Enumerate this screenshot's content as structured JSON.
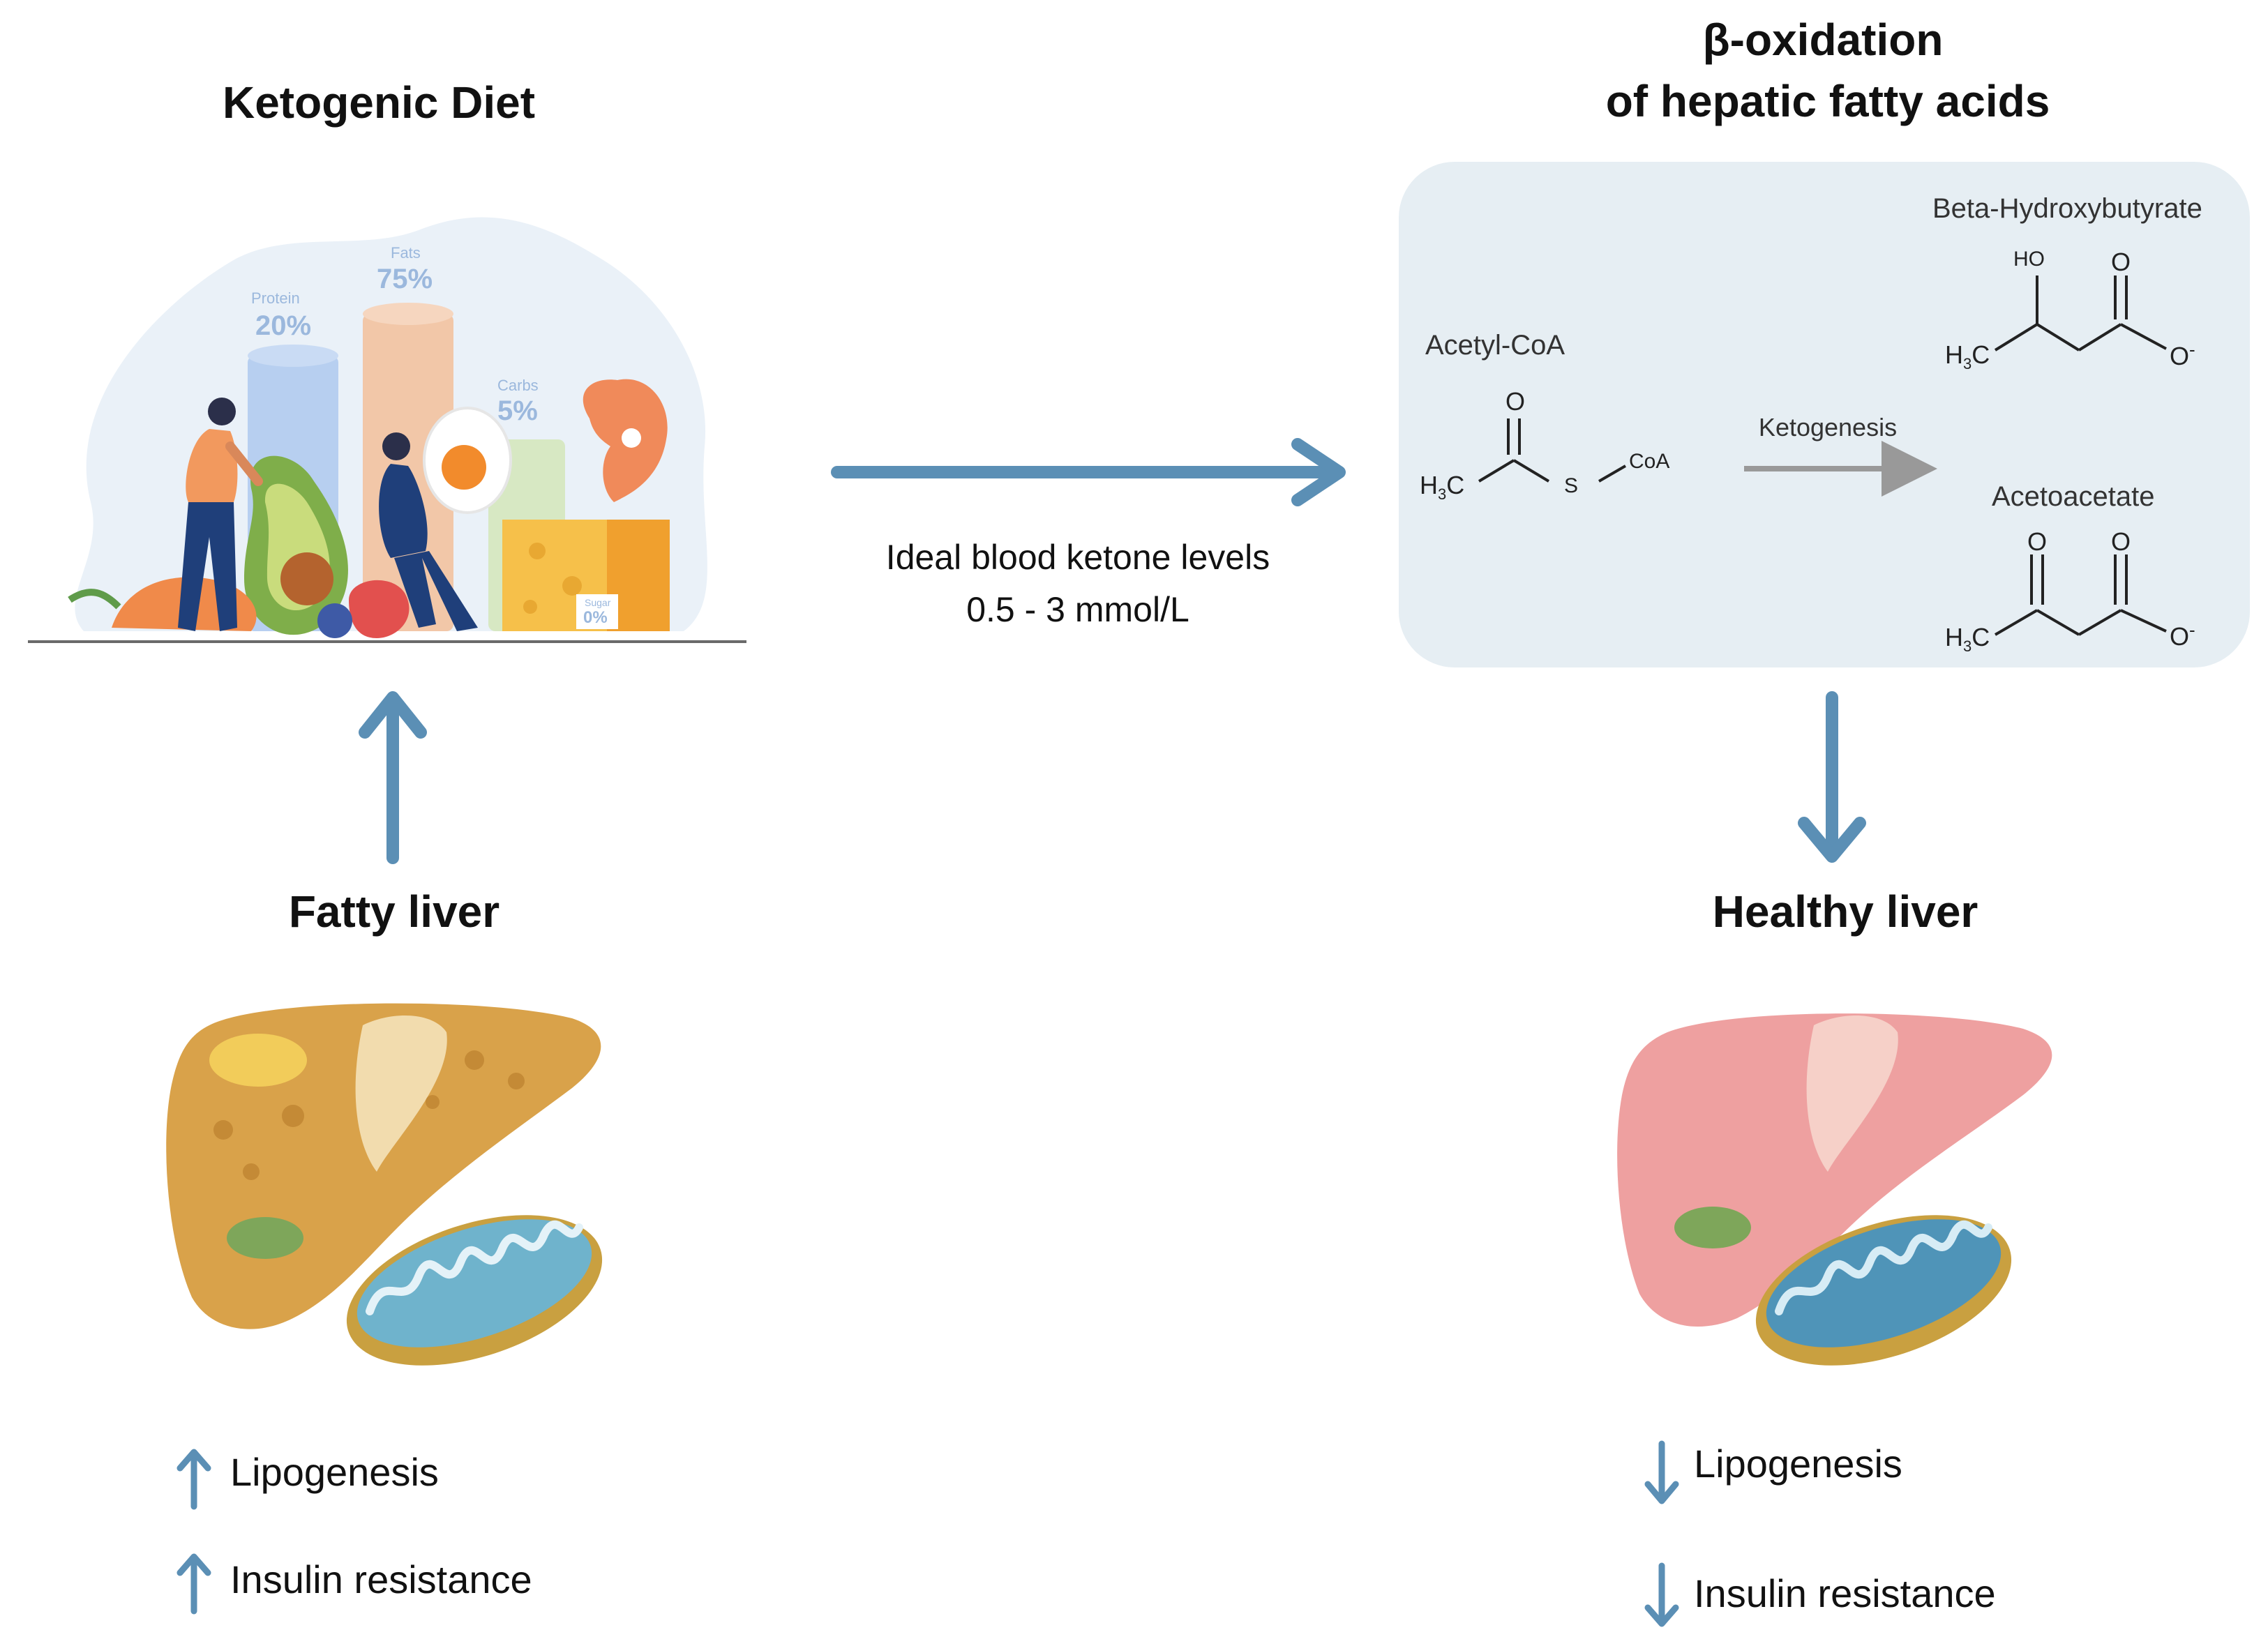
{
  "diet": {
    "title": "Ketogenic Diet",
    "bars": [
      {
        "label": "Protein",
        "value": "20%"
      },
      {
        "label": "Fats",
        "value": "75%"
      },
      {
        "label": "Carbs",
        "value": "5%"
      },
      {
        "label": "Sugar",
        "value": "0%"
      }
    ]
  },
  "ketone": {
    "line1": "Ideal blood ketone levels",
    "line2": "0.5 - 3 mmol/L"
  },
  "oxidation": {
    "title_line1": "β-oxidation",
    "title_line2": "of hepatic fatty acids",
    "acetyl_coa": "Acetyl-CoA",
    "ketogenesis": "Ketogenesis",
    "bhb": "Beta-Hydroxybutyrate",
    "acetoacetate": "Acetoacetate"
  },
  "fatty_liver": {
    "title": "Fatty liver",
    "effects": [
      {
        "direction": "up",
        "label": "Lipogenesis"
      },
      {
        "direction": "up",
        "label": "Insulin resistance"
      }
    ]
  },
  "healthy_liver": {
    "title": "Healthy liver",
    "effects": [
      {
        "direction": "down",
        "label": "Lipogenesis"
      },
      {
        "direction": "down",
        "label": "Insulin resistance"
      }
    ]
  },
  "colors": {
    "arrow": "#5b8fb5",
    "panel": "#e6eef3",
    "fatty_liver": "#d9a24a",
    "healthy_liver": "#eea0a0",
    "mito": "#6fb3cc"
  }
}
